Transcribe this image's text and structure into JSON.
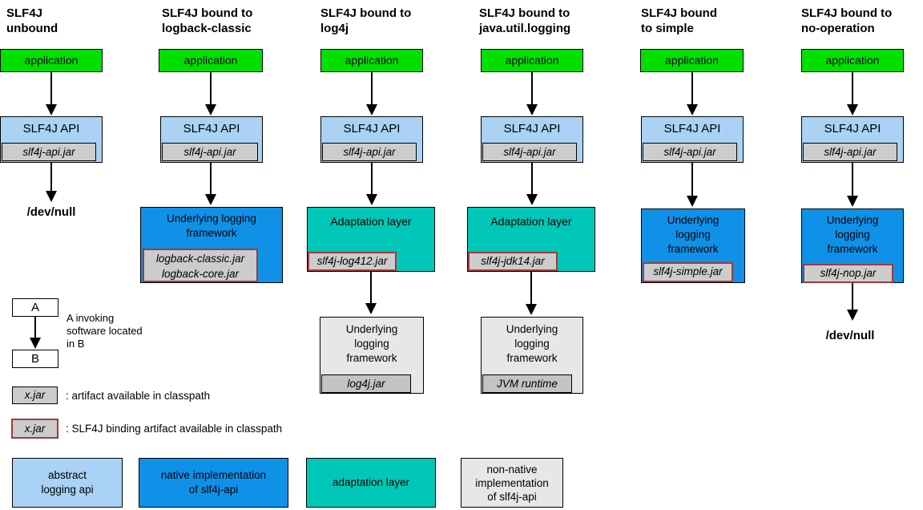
{
  "colors": {
    "application": "#00e000",
    "api_box": "#a9d2f4",
    "native_box": "#1091e8",
    "adaptation_box": "#00c7b7",
    "nonnative_box": "#e7e7e7",
    "jar_box": "#cccccc",
    "jar_box_dark": "#c3c3c3",
    "binding_border": "#9e3b3b"
  },
  "columns": [
    {
      "title1": "SLF4J",
      "title2": "unbound",
      "application": "application",
      "api_label": "SLF4J API",
      "api_jar": "slf4j-api.jar",
      "devnull": "/dev/null"
    },
    {
      "title1": "SLF4J bound to",
      "title2": "logback-classic",
      "application": "application",
      "api_label": "SLF4J API",
      "api_jar": "slf4j-api.jar",
      "framework_line1": "Underlying logging",
      "framework_line2": "framework",
      "jar_line1": "logback-classic.jar",
      "jar_line2": "logback-core.jar"
    },
    {
      "title1": "SLF4J bound to",
      "title2": "log4j",
      "application": "application",
      "api_label": "SLF4J API",
      "api_jar": "slf4j-api.jar",
      "adaptation_label": "Adaptation layer",
      "adaptation_jar": "slf4j-log412.jar",
      "underlying_line1": "Underlying",
      "underlying_line2": "logging",
      "underlying_line3": "framework",
      "underlying_jar": "log4j.jar"
    },
    {
      "title1": "SLF4J bound to",
      "title2": "java.util.logging",
      "application": "application",
      "api_label": "SLF4J API",
      "api_jar": "slf4j-api.jar",
      "adaptation_label": "Adaptation layer",
      "adaptation_jar": "slf4j-jdk14.jar",
      "underlying_line1": "Underlying",
      "underlying_line2": "logging",
      "underlying_line3": "framework",
      "underlying_jar": "JVM runtime"
    },
    {
      "title1": "SLF4J bound",
      "title2": "to simple",
      "application": "application",
      "api_label": "SLF4J API",
      "api_jar": "slf4j-api.jar",
      "framework_line1": "Underlying",
      "framework_line2": "logging",
      "framework_line3": "framework",
      "framework_jar": "slf4j-simple.jar"
    },
    {
      "title1": "SLF4J bound to",
      "title2": "no-operation",
      "application": "application",
      "api_label": "SLF4J API",
      "api_jar": "slf4j-api.jar",
      "framework_line1": "Underlying",
      "framework_line2": "logging",
      "framework_line3": "framework",
      "framework_jar": "slf4j-nop.jar",
      "devnull": "/dev/null"
    }
  ],
  "legend": {
    "invoke": {
      "a": "A",
      "b": "B",
      "line1": "A invoking",
      "line2": "software located",
      "line3": "in B"
    },
    "artifact": {
      "box": "x.jar",
      "text": ": artifact available in classpath"
    },
    "binding": {
      "box": "x.jar",
      "text": ": SLF4J binding artifact available in classpath"
    }
  },
  "key_boxes": [
    {
      "line1": "abstract",
      "line2": "logging api"
    },
    {
      "line1": "native implementation",
      "line2": "of slf4j-api"
    },
    {
      "line1": "adaptation layer"
    },
    {
      "line1": "non-native",
      "line2": "implementation",
      "line3": "of slf4j-api"
    }
  ]
}
